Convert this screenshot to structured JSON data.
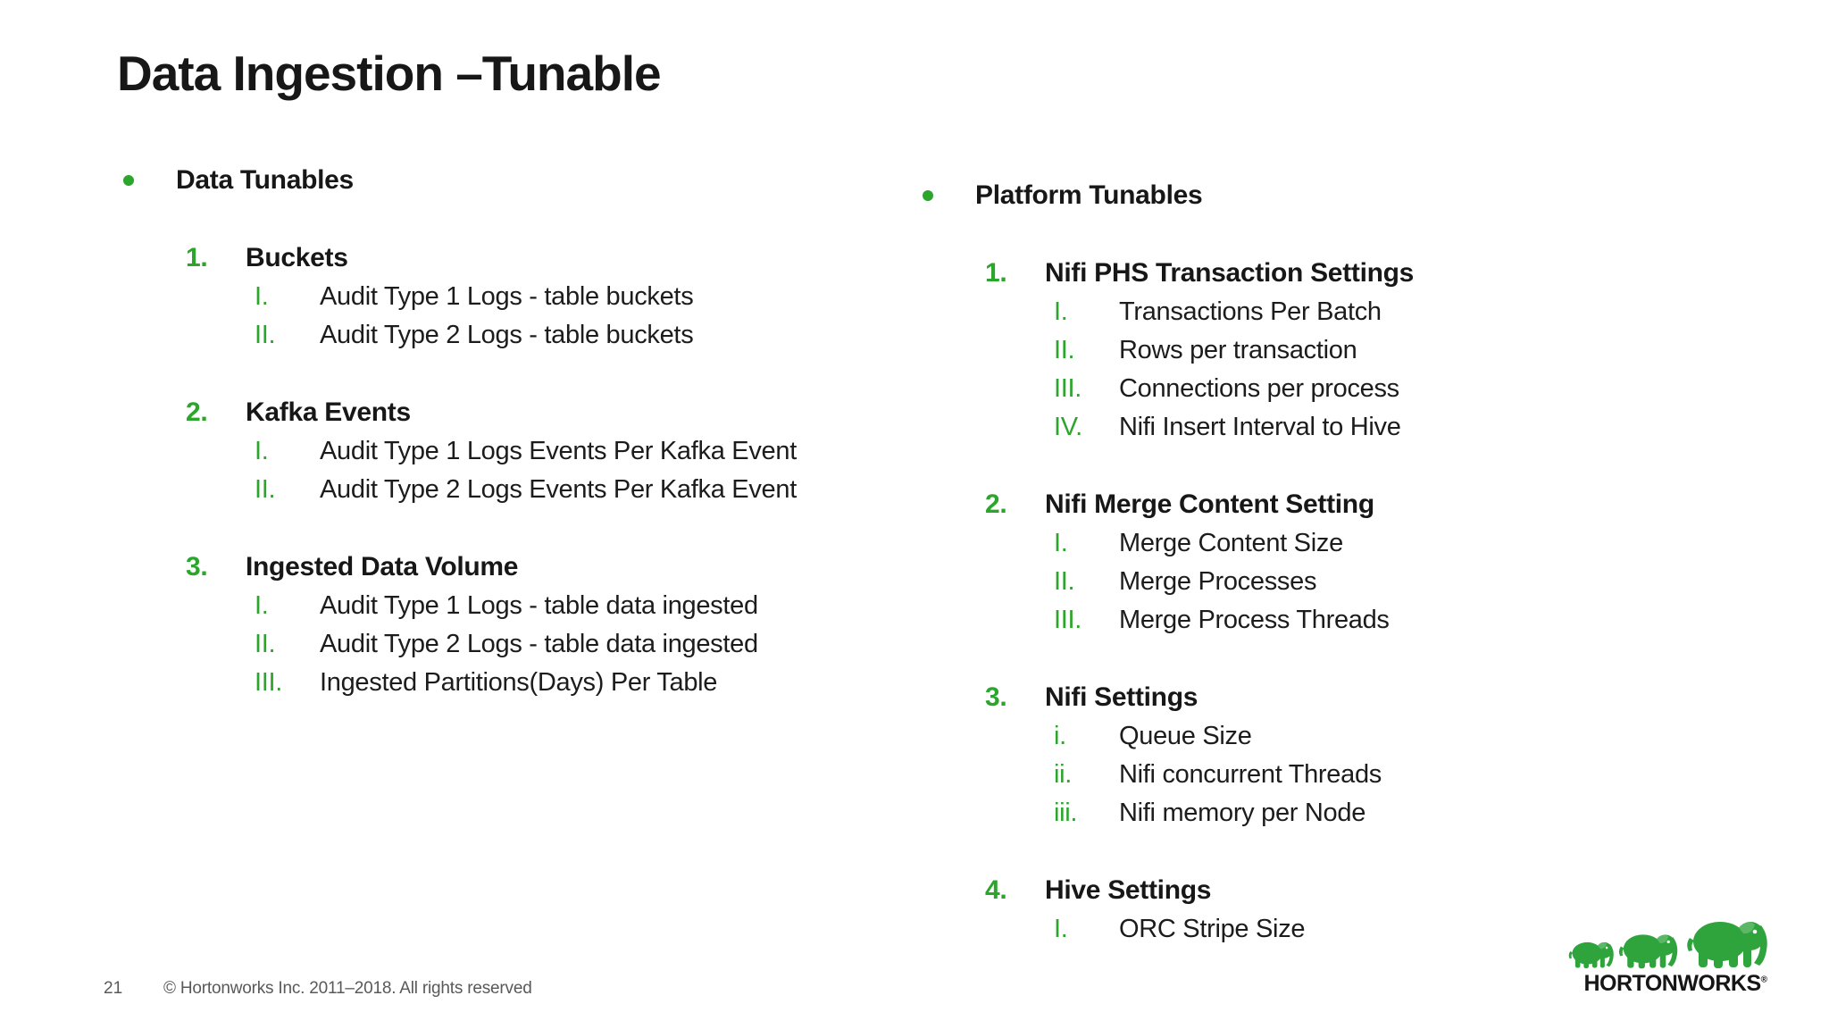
{
  "slide": {
    "title": "Data Ingestion –Tunable",
    "page_number": "21",
    "copyright": "© Hortonworks Inc. 2011–2018. All rights reserved"
  },
  "colors": {
    "accent_green": "#2BA52B",
    "text_black": "#1a1a1a",
    "footer_gray": "#595959",
    "logo_elephant_green": "#2FA43C"
  },
  "icons": {
    "left_bullet": "green-dot",
    "right_bullet": "green-dot",
    "logo_elephants": "three-elephants"
  },
  "left_column": {
    "heading": "Data Tunables",
    "sections": [
      {
        "number": "1.",
        "title": "Buckets",
        "items": [
          {
            "numeral": "I.",
            "text": "Audit Type 1 Logs - table buckets"
          },
          {
            "numeral": "II.",
            "text": "Audit Type 2 Logs - table buckets"
          }
        ]
      },
      {
        "number": "2.",
        "title": "Kafka Events",
        "items": [
          {
            "numeral": "I.",
            "text": "Audit Type 1 Logs Events Per Kafka Event"
          },
          {
            "numeral": "II.",
            "text": "Audit Type 2 Logs Events Per Kafka Event"
          }
        ]
      },
      {
        "number": "3.",
        "title": "Ingested Data Volume",
        "items": [
          {
            "numeral": "I.",
            "text": "Audit Type 1 Logs - table data ingested"
          },
          {
            "numeral": "II.",
            "text": "Audit Type 2 Logs - table data ingested"
          },
          {
            "numeral": "III.",
            "text": "Ingested Partitions(Days) Per Table"
          }
        ]
      }
    ]
  },
  "right_column": {
    "heading": "Platform Tunables",
    "sections": [
      {
        "number": "1.",
        "title": "Nifi PHS Transaction Settings",
        "items": [
          {
            "numeral": "I.",
            "text": "Transactions Per Batch"
          },
          {
            "numeral": "II.",
            "text": "Rows per transaction"
          },
          {
            "numeral": "III.",
            "text": "Connections per process"
          },
          {
            "numeral": "IV.",
            "text": "Nifi Insert Interval to Hive"
          }
        ]
      },
      {
        "number": "2.",
        "title": "Nifi Merge Content Setting",
        "items": [
          {
            "numeral": "I.",
            "text": "Merge Content Size"
          },
          {
            "numeral": "II.",
            "text": "Merge Processes"
          },
          {
            "numeral": "III.",
            "text": "Merge Process Threads"
          }
        ]
      },
      {
        "number": "3.",
        "title": "Nifi Settings",
        "items": [
          {
            "numeral": "i.",
            "text": "Queue Size"
          },
          {
            "numeral": "ii.",
            "text": "Nifi concurrent Threads"
          },
          {
            "numeral": "iii.",
            "text": "Nifi memory per Node"
          }
        ]
      },
      {
        "number": "4.",
        "title": "Hive Settings",
        "items": [
          {
            "numeral": "I.",
            "text": "ORC Stripe Size"
          }
        ]
      }
    ]
  },
  "logo": {
    "wordmark": "HORTONWORKS",
    "registered": "®"
  }
}
